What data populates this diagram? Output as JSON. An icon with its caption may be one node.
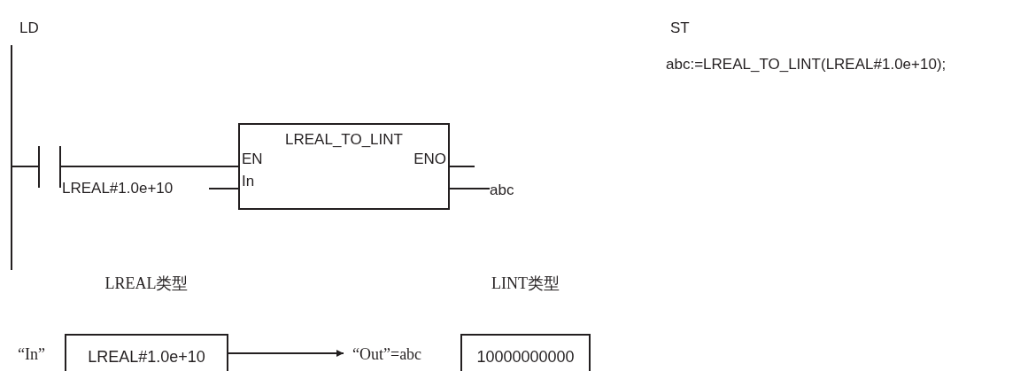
{
  "diagram": {
    "nodes": [
      {
        "text": [],
        "shape": "bar"
      },
      {
        "text": [],
        "shape": "contact"
      },
      {
        "text": [
          "LREAL_TO_LINT",
          "EN",
          "ENO",
          "In"
        ]
      },
      {
        "text": [
          "LREAL#1.0e+10"
        ]
      },
      {
        "text": [
          "abc"
        ]
      },
      {
        "text": [
          "LREAL类型",
          "LREAL#1.0e+10"
        ],
        "beside": [
          "“In”"
        ]
      },
      {
        "text": [
          "LINT类型",
          "10000000000"
        ],
        "beside": [
          "“Out”=abc"
        ]
      }
    ],
    "edges": [
      {
        "from": 0,
        "to": 1,
        "arrow": "none"
      },
      {
        "from": 1,
        "to": 2,
        "arrow": "none"
      },
      {
        "from": 3,
        "to": 2,
        "arrow": "none"
      },
      {
        "from": 2,
        "to": null,
        "arrow": "none"
      },
      {
        "from": 2,
        "to": 4,
        "arrow": "none"
      },
      {
        "from": 5,
        "to": 6,
        "arrow": "to"
      }
    ],
    "labels": [
      "LD",
      "ST",
      "abc:=LREAL_TO_LINT(LREAL#1.0e+10);"
    ]
  }
}
